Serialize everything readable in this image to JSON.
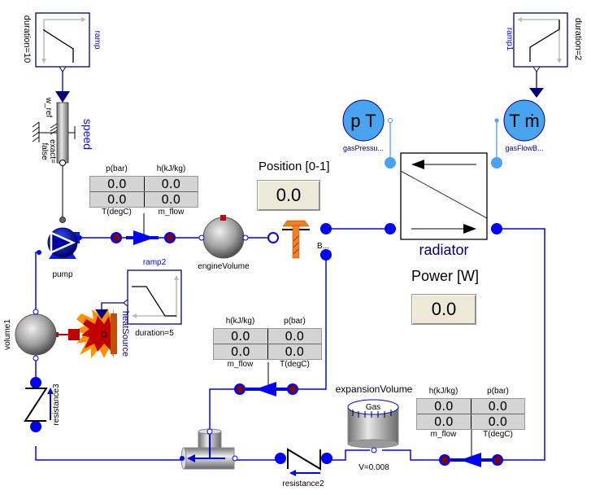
{
  "components": {
    "ramp": {
      "name": "ramp",
      "param": "duration=10"
    },
    "ramp1": {
      "name": "ramp1",
      "param": "duration=2"
    },
    "ramp2": {
      "name": "ramp2",
      "param": "duration=5"
    },
    "speed": {
      "name": "speed",
      "input_label": "w_ref",
      "param1": "exact=",
      "param2": "false"
    },
    "pump": {
      "name": "pump"
    },
    "engineVolume": {
      "name": "engineVolume"
    },
    "valve_label": "B...",
    "volume1": {
      "name": "volume1"
    },
    "heatSource": {
      "name": "heatSource"
    },
    "resistance3": {
      "name": "resistance3"
    },
    "resistance2": {
      "name": "resistance2"
    },
    "expansionVolume": {
      "name": "expansionVolume",
      "gas_label": "Gas",
      "param": "V=0.008"
    },
    "radiator": {
      "name": "radiator"
    },
    "gasPressure": {
      "name": "gasPressu...",
      "glyph": "p T"
    },
    "gasFlow": {
      "name": "gasFlowB...",
      "glyph": "T ṁ"
    }
  },
  "sensor_tables": [
    {
      "id": "sensor1",
      "top_labels": [
        "p(bar)",
        "h(kJ/kg)"
      ],
      "bottom_labels": [
        "T(degC)",
        "m_flow"
      ],
      "values": [
        [
          "0.0",
          "0.0"
        ],
        [
          "0.0",
          "0.0"
        ]
      ]
    },
    {
      "id": "sensor2",
      "top_labels": [
        "h(kJ/kg)",
        "p(bar)"
      ],
      "bottom_labels": [
        "m_flow",
        "T(degC)"
      ],
      "values": [
        [
          "0.0",
          "0.0"
        ],
        [
          "0.0",
          "0.0"
        ]
      ]
    },
    {
      "id": "sensor3",
      "top_labels": [
        "h(kJ/kg)",
        "p(bar)"
      ],
      "bottom_labels": [
        "m_flow",
        "T(degC)"
      ],
      "values": [
        [
          "0.0",
          "0.0"
        ],
        [
          "0.0",
          "0.0"
        ]
      ]
    }
  ],
  "displays": {
    "position": {
      "caption": "Position [0-1]",
      "value": "0.0"
    },
    "power": {
      "caption": "Power [W]",
      "value": "0.0"
    }
  },
  "colors": {
    "wire": "#0000ff",
    "signal_wire": "#00007f",
    "light_wire": "#4aa3ef",
    "port_red": "#800000",
    "table_bg": "#d4d4d4",
    "display_bg": "#ece9d8",
    "label_blue": "#0000ff",
    "sensor_fill": "#4aa3ef"
  }
}
